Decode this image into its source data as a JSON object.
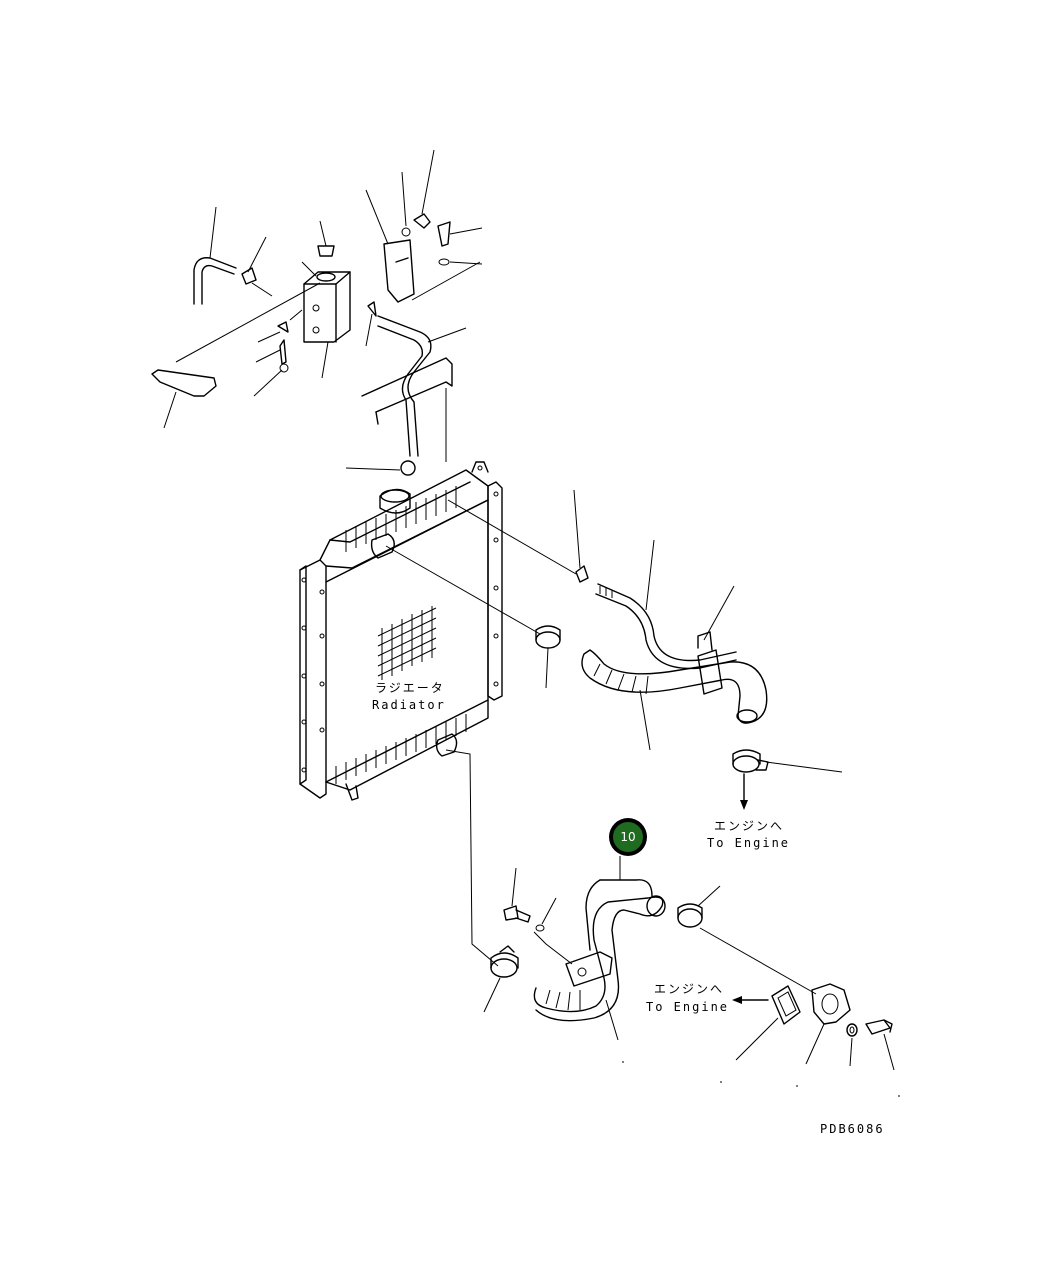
{
  "labels": {
    "radiator_jp": "ラジエータ",
    "radiator_en": "Radiator",
    "engine_top_jp": "エンジンへ",
    "engine_top_en": "To Engine",
    "engine_bottom_jp": "エンジンへ",
    "engine_bottom_en": "To Engine",
    "drawing_code": "PDB6086"
  },
  "callout": {
    "number": "10",
    "fill": "#1f6b1f",
    "ring": "#000000"
  }
}
